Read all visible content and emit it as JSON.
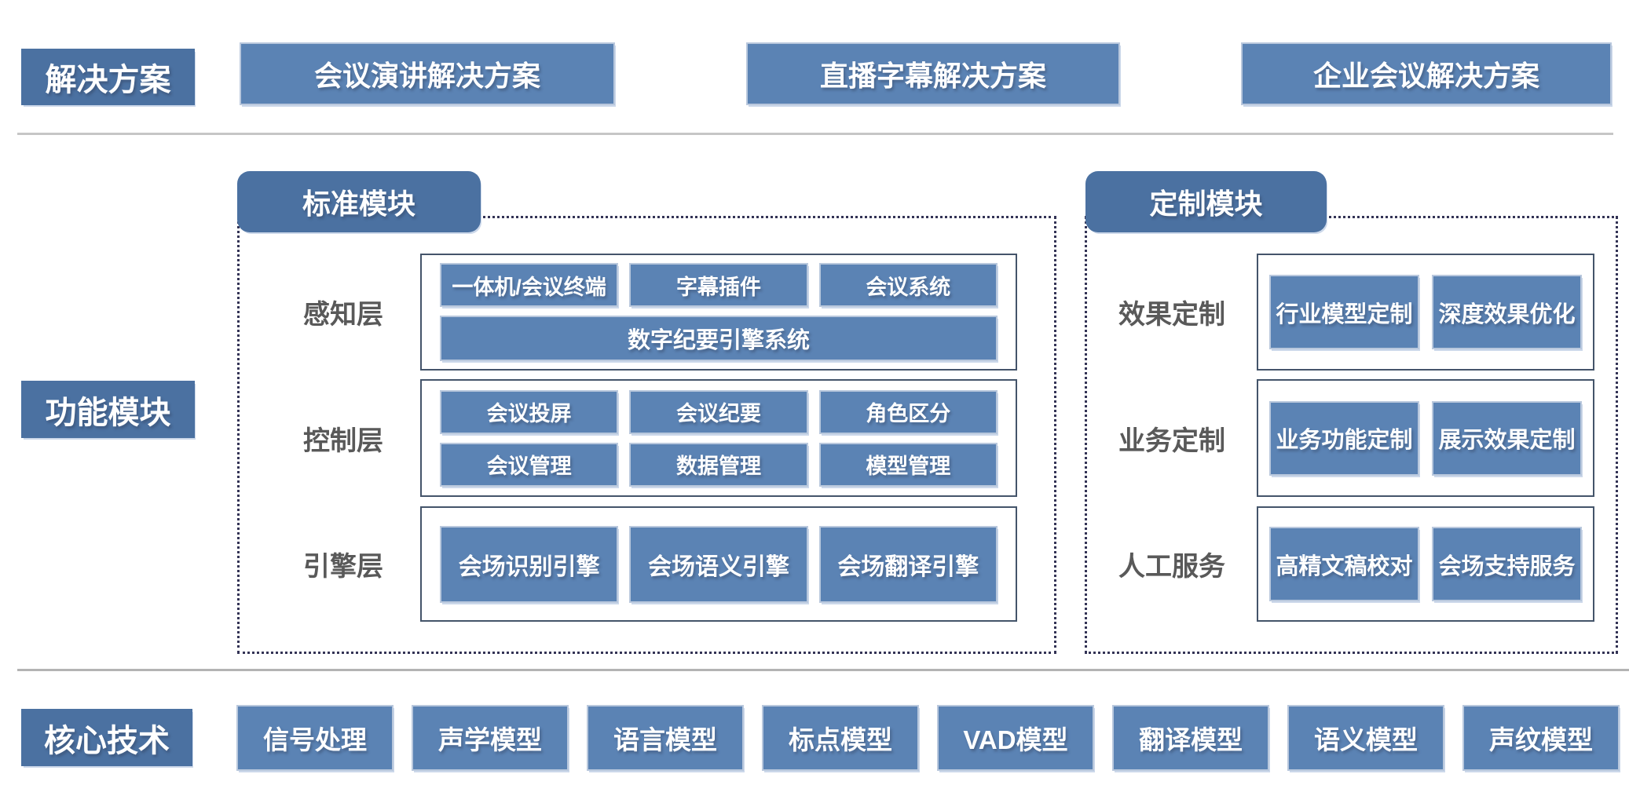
{
  "colors": {
    "dark": "#4b71a1",
    "mid": "#5b83b4",
    "box_light_border": "#b9c8dd",
    "box_edge": "#ccd8ea",
    "panel_border": "#44546a",
    "dash": "#333355",
    "divider": "#c6c6c6",
    "divider2": "#b3b3b3",
    "row_label": "#595959"
  },
  "solutions": {
    "label": "解决方案",
    "items": [
      "会议演讲解决方案",
      "直播字幕解决方案",
      "企业会议解决方案"
    ]
  },
  "function_modules": {
    "label": "功能模块",
    "standard": {
      "tab": "标准模块",
      "rows": [
        {
          "label": "感知层",
          "groups": [
            [
              "一体机/会议终端",
              "字幕插件",
              "会议系统"
            ],
            [
              "数字纪要引擎系统"
            ]
          ]
        },
        {
          "label": "控制层",
          "groups": [
            [
              "会议投屏",
              "会议纪要",
              "角色区分"
            ],
            [
              "会议管理",
              "数据管理",
              "模型管理"
            ]
          ]
        },
        {
          "label": "引擎层",
          "groups": [
            [
              "会场识别引擎",
              "会场语义引擎",
              "会场翻译引擎"
            ]
          ]
        }
      ]
    },
    "custom": {
      "tab": "定制模块",
      "rows": [
        {
          "label": "效果定制",
          "items": [
            "行业模型定制",
            "深度效果优化"
          ]
        },
        {
          "label": "业务定制",
          "items": [
            "业务功能定制",
            "展示效果定制"
          ]
        },
        {
          "label": "人工服务",
          "items": [
            "高精文稿校对",
            "会场支持服务"
          ]
        }
      ]
    }
  },
  "core_tech": {
    "label": "核心技术",
    "items": [
      "信号处理",
      "声学模型",
      "语言模型",
      "标点模型",
      "VAD模型",
      "翻译模型",
      "语义模型",
      "声纹模型"
    ]
  }
}
